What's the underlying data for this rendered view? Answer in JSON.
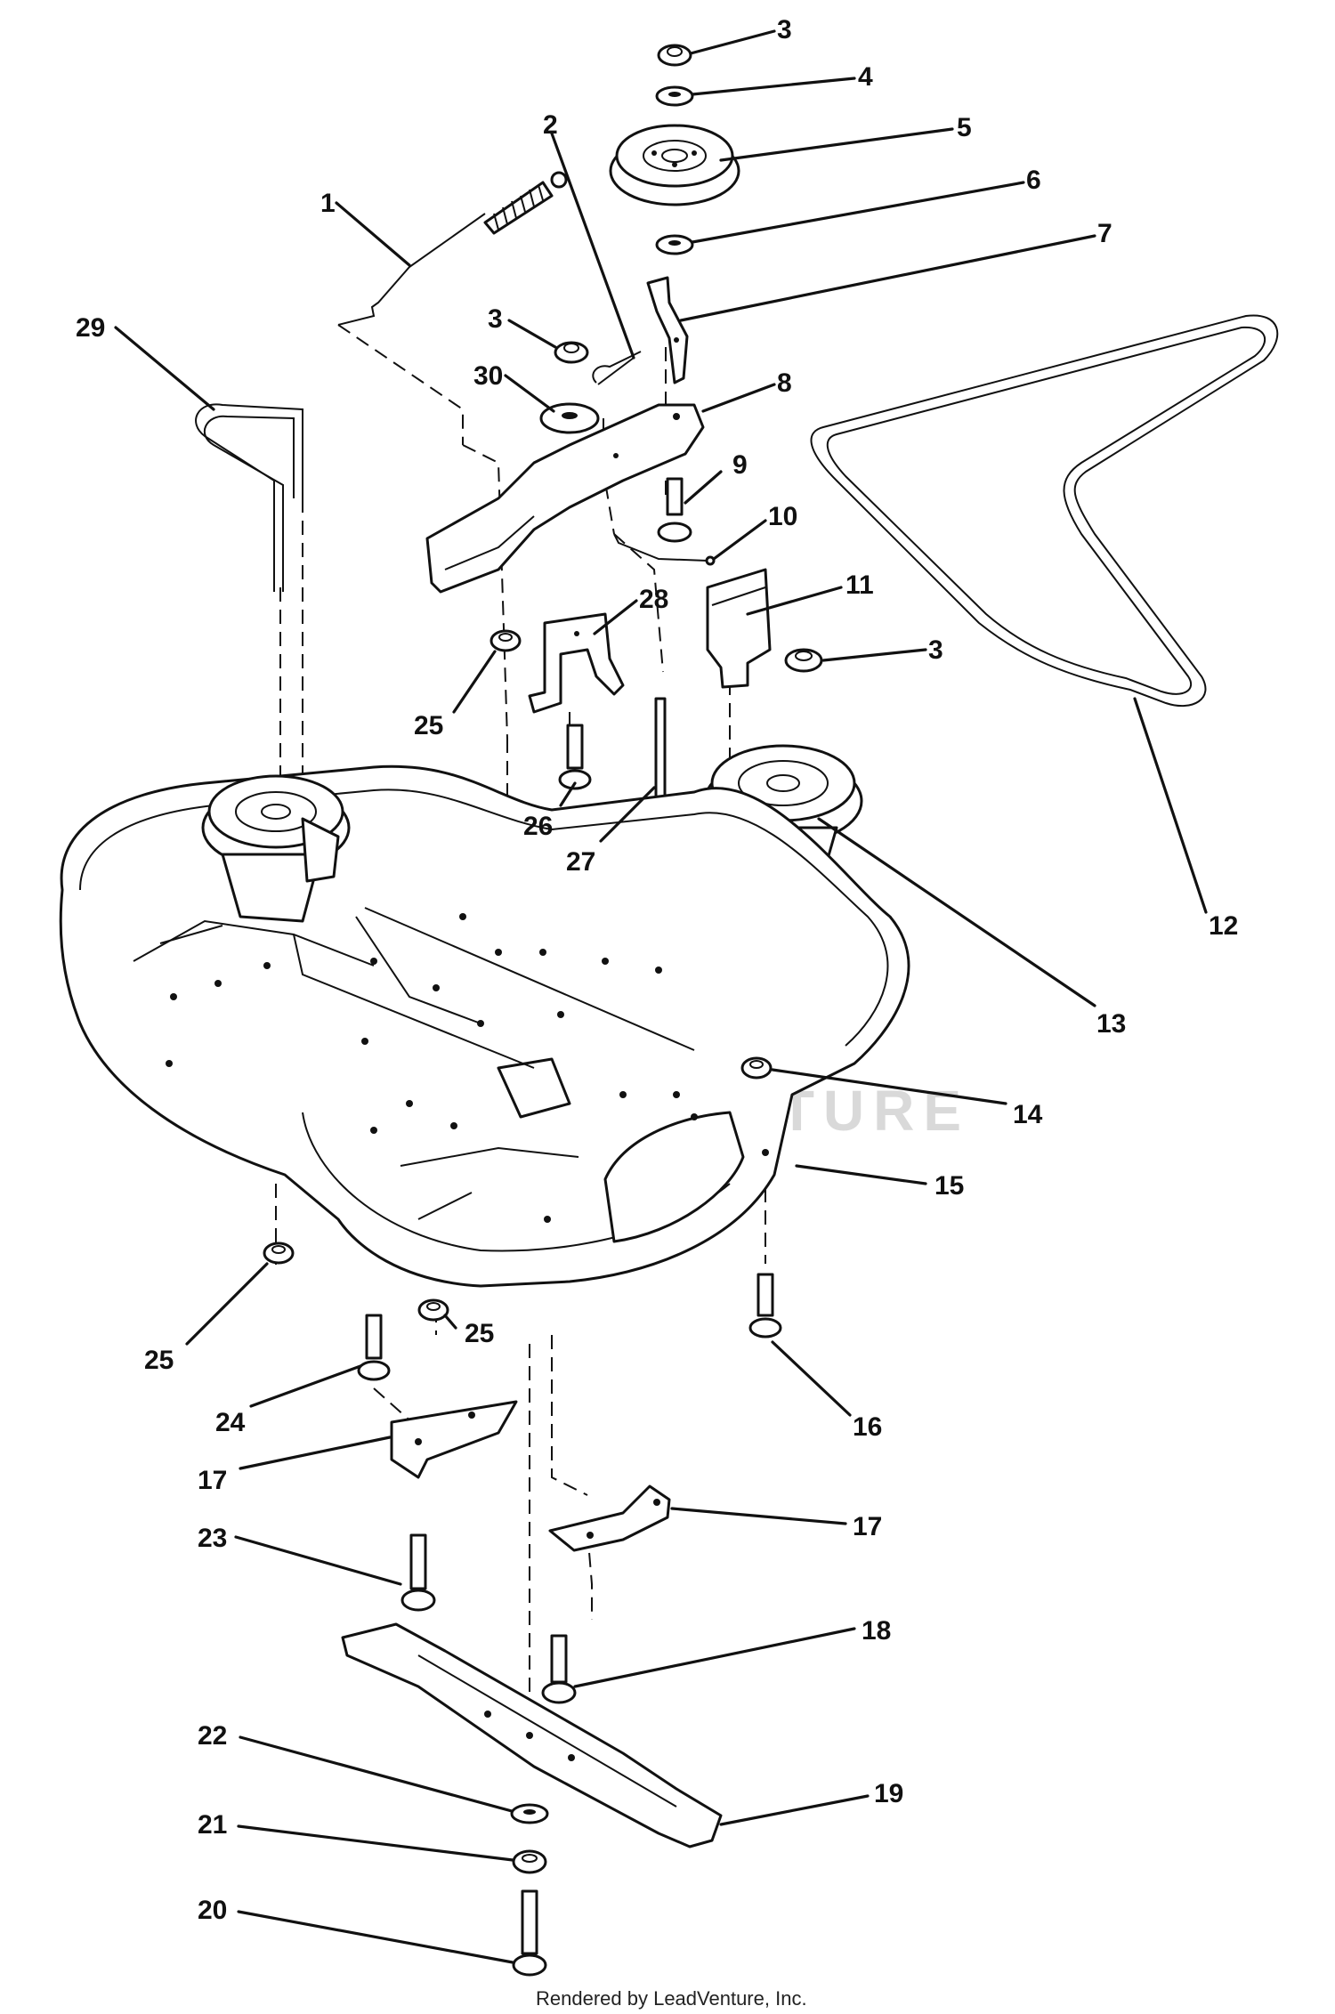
{
  "footer": {
    "credit": "Rendered by LeadVenture, Inc."
  },
  "watermark": {
    "text": "LEADVENTURE"
  },
  "callouts": [
    {
      "id": "c3a",
      "label": "3"
    },
    {
      "id": "c4",
      "label": "4"
    },
    {
      "id": "c5",
      "label": "5"
    },
    {
      "id": "c6",
      "label": "6"
    },
    {
      "id": "c2",
      "label": "2"
    },
    {
      "id": "c1",
      "label": "1"
    },
    {
      "id": "c7",
      "label": "7"
    },
    {
      "id": "c29",
      "label": "29"
    },
    {
      "id": "c3b",
      "label": "3"
    },
    {
      "id": "c30",
      "label": "30"
    },
    {
      "id": "c8",
      "label": "8"
    },
    {
      "id": "c9",
      "label": "9"
    },
    {
      "id": "c10",
      "label": "10"
    },
    {
      "id": "c11",
      "label": "11"
    },
    {
      "id": "c28",
      "label": "28"
    },
    {
      "id": "c3c",
      "label": "3"
    },
    {
      "id": "c25a",
      "label": "25"
    },
    {
      "id": "c12",
      "label": "12"
    },
    {
      "id": "c26",
      "label": "26"
    },
    {
      "id": "c27",
      "label": "27"
    },
    {
      "id": "c13",
      "label": "13"
    },
    {
      "id": "c14",
      "label": "14"
    },
    {
      "id": "c15",
      "label": "15"
    },
    {
      "id": "c25b",
      "label": "25"
    },
    {
      "id": "c25c",
      "label": "25"
    },
    {
      "id": "c24",
      "label": "24"
    },
    {
      "id": "c16",
      "label": "16"
    },
    {
      "id": "c17a",
      "label": "17"
    },
    {
      "id": "c17b",
      "label": "17"
    },
    {
      "id": "c23",
      "label": "23"
    },
    {
      "id": "c18",
      "label": "18"
    },
    {
      "id": "c22",
      "label": "22"
    },
    {
      "id": "c19",
      "label": "19"
    },
    {
      "id": "c21",
      "label": "21"
    },
    {
      "id": "c20",
      "label": "20"
    }
  ]
}
